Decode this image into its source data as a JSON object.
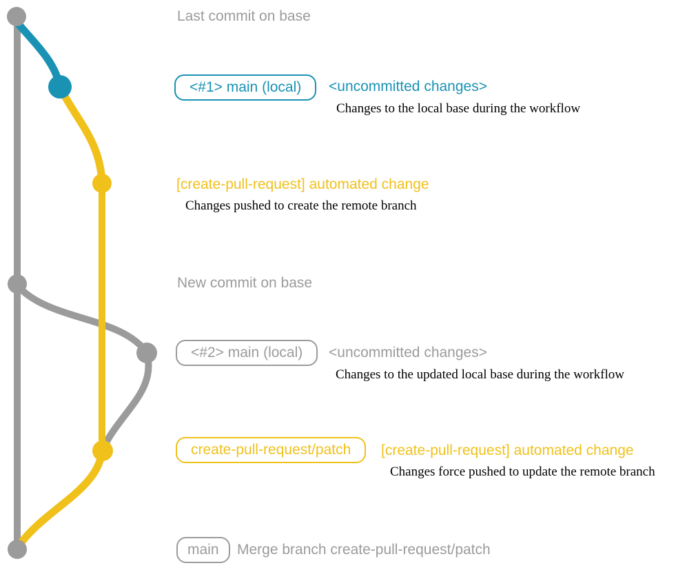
{
  "colors": {
    "gray": "#9b9b9b",
    "blue": "#1992b4",
    "yellow": "#f0c11b",
    "black": "#000000"
  },
  "graph_legend": {
    "base_line": "base branch (gray)",
    "blue_segment": "local main branch #1 (blue)",
    "yellow_segment": "create-pull-request/patch branch (yellow)"
  },
  "rows": {
    "row1": {
      "label": "Last commit on base"
    },
    "row2": {
      "tag": "<#1> main (local)",
      "heading": "<uncommitted changes>",
      "desc": "Changes to the local base during the workflow"
    },
    "row3": {
      "heading": "[create-pull-request] automated change",
      "desc": "Changes pushed to create the remote branch"
    },
    "row4": {
      "label": "New commit on base"
    },
    "row5": {
      "tag": "<#2> main (local)",
      "heading": "<uncommitted changes>",
      "desc": "Changes to the updated local base during the workflow"
    },
    "row6": {
      "tag": "create-pull-request/patch",
      "heading": "[create-pull-request] automated change",
      "desc": "Changes force pushed to update the remote branch"
    },
    "row7": {
      "tag": "main",
      "label": "Merge branch create-pull-request/patch"
    }
  }
}
